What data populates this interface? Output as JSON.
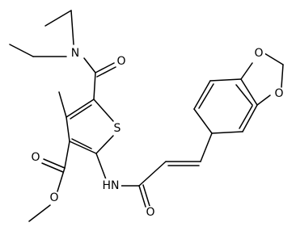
{
  "atoms": {
    "n_amide": "N",
    "o_amide_carbonyl": "O",
    "s_thiophene": "S",
    "o_ester_carbonyl": "O",
    "o_ester_ether": "O",
    "nh_linker": "HN",
    "o_acryl_carbonyl": "O",
    "o_dioxole_top": "O",
    "o_dioxole_bottom": "O"
  },
  "colors": {
    "bond": "#000000",
    "label": "#000000",
    "background": "#ffffff"
  }
}
